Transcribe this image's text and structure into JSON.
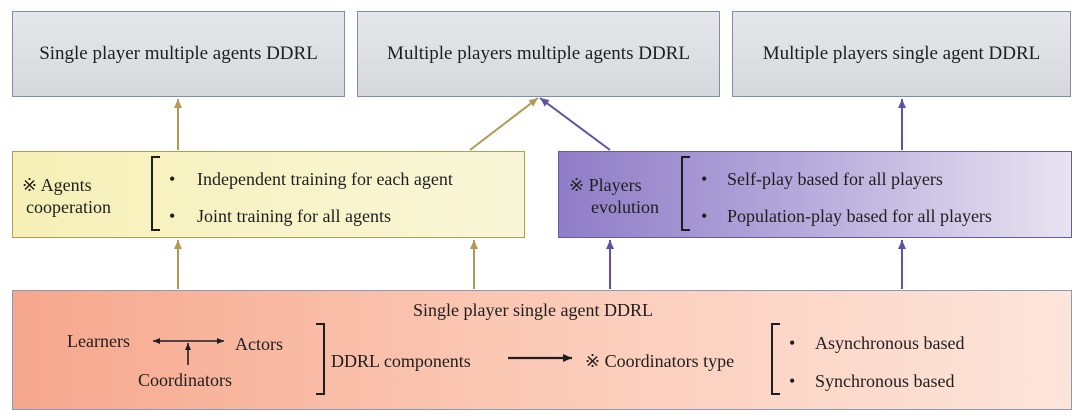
{
  "top": {
    "left": "Single player multiple agents DDRL",
    "center": "Multiple players multiple agents DDRL",
    "right": "Multiple players single agent DDRL"
  },
  "agents": {
    "title_line1": "※ Agents",
    "title_line2": "cooperation",
    "bullets": [
      "Independent training for each agent",
      "Joint training for all agents"
    ]
  },
  "players": {
    "title_line1": "※ Players",
    "title_line2": "evolution",
    "bullets": [
      "Self-play based for all players",
      "Population-play based for all players"
    ]
  },
  "bottom": {
    "title": "Single player single agent DDRL",
    "learners": "Learners",
    "actors": "Actors",
    "coordinators": "Coordinators",
    "components": "DDRL components",
    "coordinators_type": "※ Coordinators type",
    "bullets": [
      "Asynchronous based",
      "Synchronous based"
    ]
  },
  "bullet_symbol": "•",
  "colors": {
    "gold_arrow": "#b29a55",
    "purple_arrow": "#6350a6",
    "agents_fill": "#f7f2c4",
    "players_fill": "#9f90cf",
    "bottom_fill": "#f8b39b",
    "top_fill": "#dfe0e3",
    "border": "#7a8fae"
  }
}
